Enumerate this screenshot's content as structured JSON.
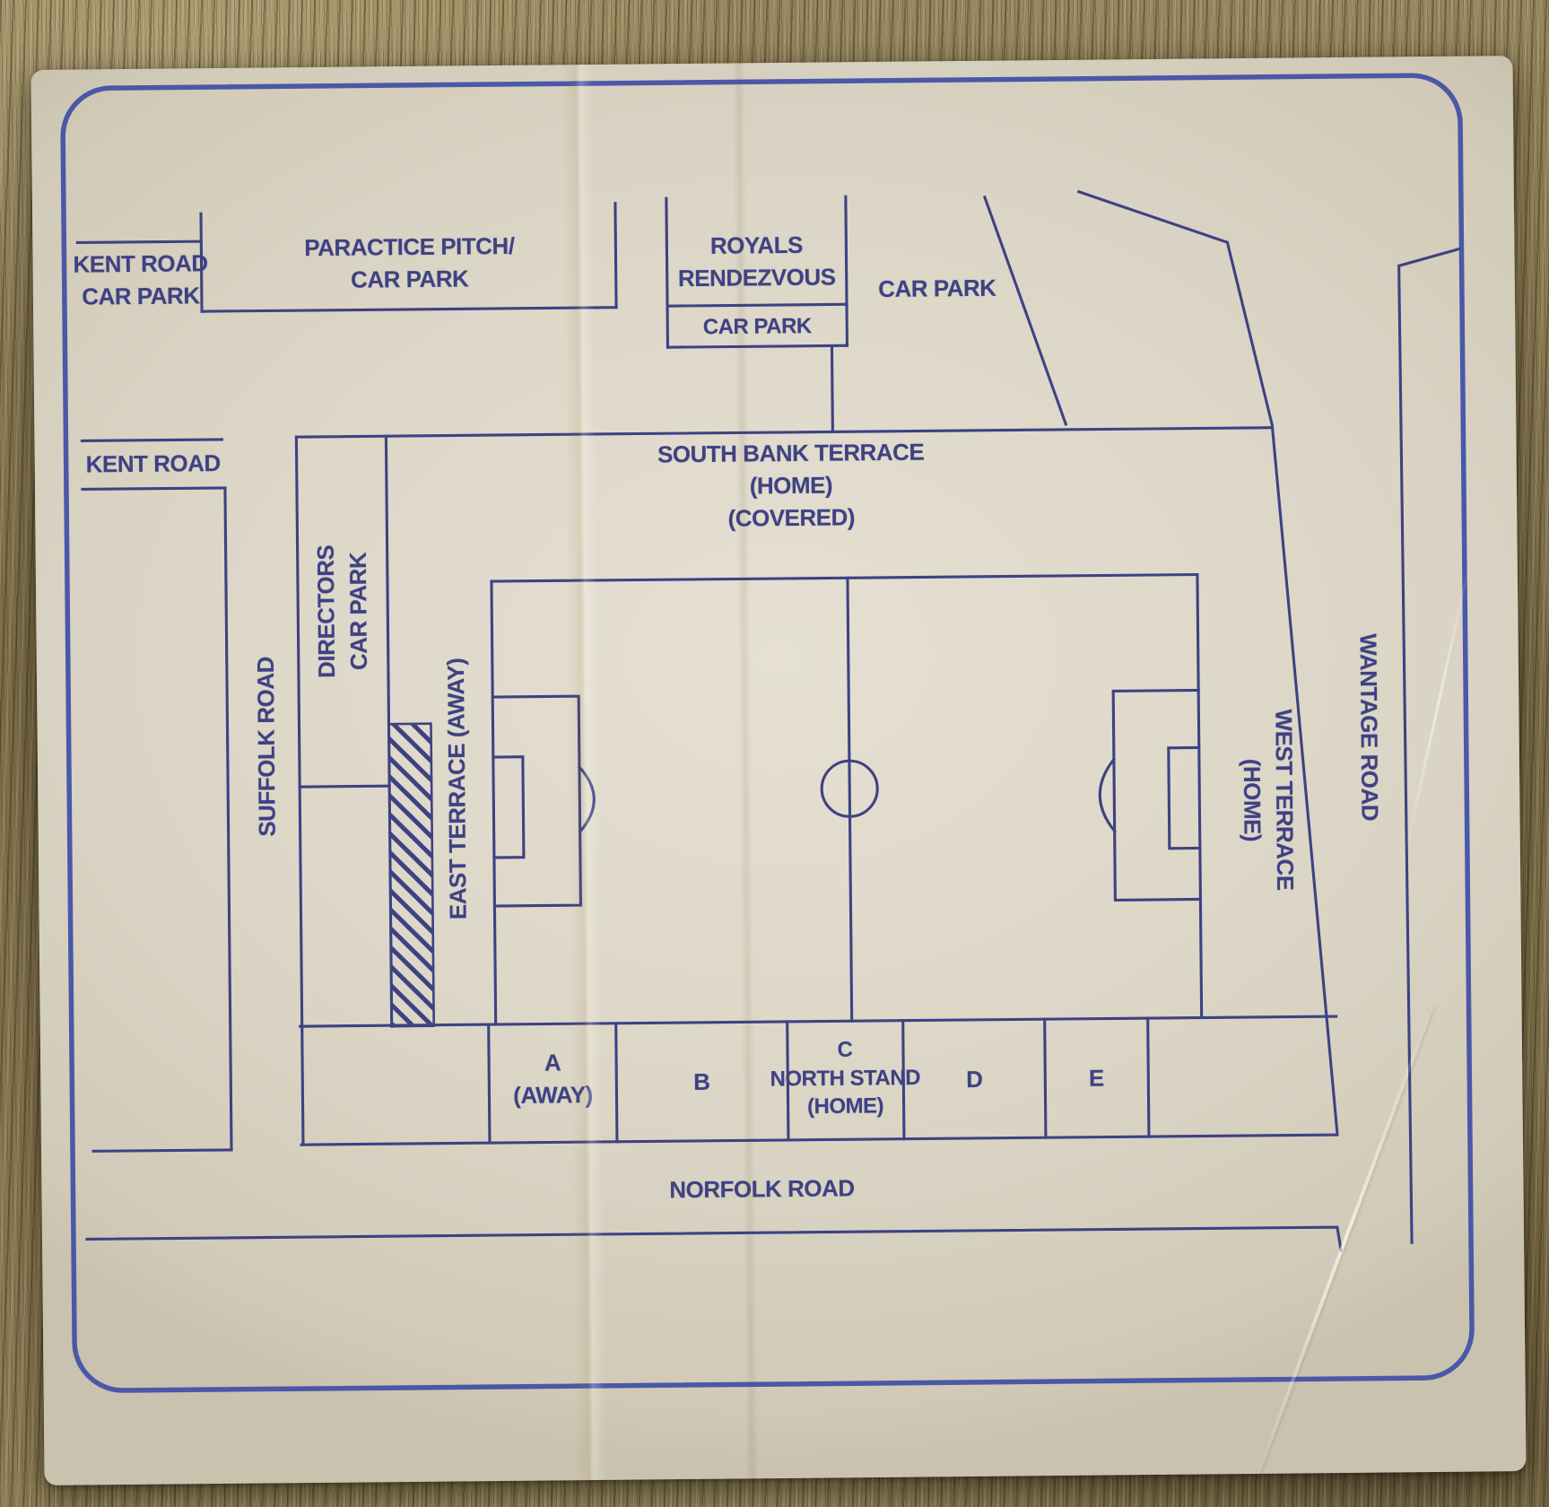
{
  "title": "football ground plan",
  "colors": {
    "ink": "#3e4283",
    "border": "#4a58a8",
    "paper": "#dcd6c8",
    "wood": "#8a7b55"
  },
  "areas": {
    "kent_road_car_park": {
      "line1": "KENT ROAD",
      "line2": "CAR PARK"
    },
    "practice_pitch": {
      "line1": "PARACTICE PITCH/",
      "line2": "CAR PARK"
    },
    "royals_rendezvous": {
      "line1": "ROYALS",
      "line2": "RENDEZVOUS",
      "car_park": "CAR PARK"
    },
    "car_park_ne": "CAR PARK",
    "directors_car_park": {
      "line1": "DIRECTORS",
      "line2": "CAR PARK"
    }
  },
  "roads": {
    "kent": "KENT ROAD",
    "suffolk": "SUFFOLK ROAD",
    "norfolk": "NORFOLK ROAD",
    "wantage": "WANTAGE ROAD"
  },
  "stands": {
    "south_bank": {
      "line1": "SOUTH BANK TERRACE",
      "line2": "(HOME)",
      "line3": "(COVERED)"
    },
    "east_terrace": "EAST TERRACE (AWAY)",
    "west_terrace": {
      "line1": "WEST TERRACE",
      "line2": "(HOME)"
    },
    "north_stand": {
      "section_a": {
        "line1": "A",
        "line2": "(AWAY)"
      },
      "section_b": "B",
      "section_c": {
        "line1": "C",
        "line2": "NORTH STAND",
        "line3": "(HOME)"
      },
      "section_d": "D",
      "section_e": "E"
    }
  }
}
